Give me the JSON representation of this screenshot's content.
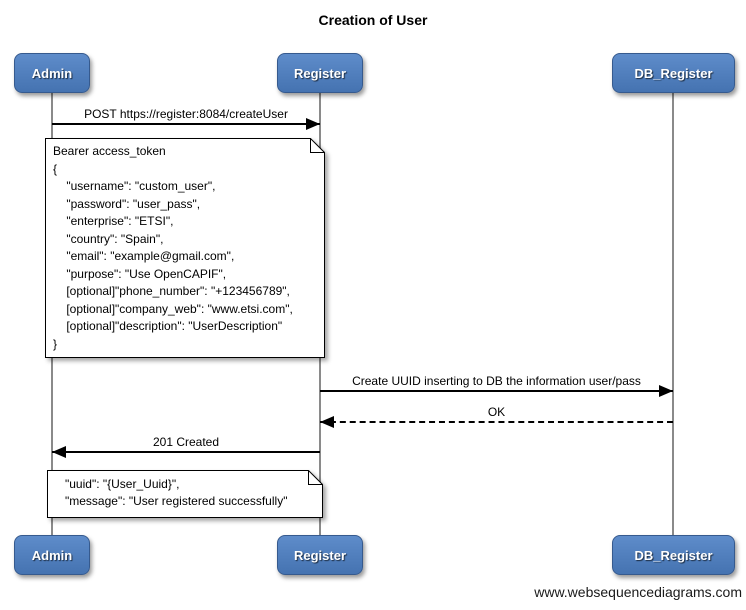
{
  "title": "Creation of User",
  "watermark": "www.websequencediagrams.com",
  "actors": [
    {
      "label": "Admin"
    },
    {
      "label": "Register"
    },
    {
      "label": "DB_Register"
    }
  ],
  "messages": [
    {
      "label": "POST https://register:8084/createUser",
      "from": "Admin",
      "to": "Register",
      "style": "solid"
    },
    {
      "label": "Create UUID inserting to DB the information user/pass",
      "from": "Register",
      "to": "DB_Register",
      "style": "solid"
    },
    {
      "label": "OK",
      "from": "DB_Register",
      "to": "Register",
      "style": "dashed"
    },
    {
      "label": "201 Created",
      "from": "Register",
      "to": "Admin",
      "style": "solid"
    }
  ],
  "notes": [
    {
      "lines": [
        "Bearer access_token",
        "{",
        "    \"username\": \"custom_user\",",
        "    \"password\": \"user_pass\",",
        "    \"enterprise\": \"ETSI\",",
        "    \"country\": \"Spain\",",
        "    \"email\": \"example@gmail.com\",",
        "    \"purpose\": \"Use OpenCAPIF\",",
        "    [optional]\"phone_number\": \"+123456789\",",
        "    [optional]\"company_web\": \"www.etsi.com\",",
        "    [optional]\"description\": \"UserDescription\"",
        "}"
      ]
    },
    {
      "lines": [
        "\"uuid\": \"{User_Uuid}\",",
        "\"message\": \"User registered successfully\""
      ]
    }
  ],
  "colors": {
    "actor_fill_top": "#5e8cca",
    "actor_fill_bottom": "#4573b1",
    "actor_border": "#365a8e",
    "lifeline": "#8a8a8a",
    "arrow": "#000000",
    "note_background": "#ffffff",
    "background": "#ffffff"
  }
}
